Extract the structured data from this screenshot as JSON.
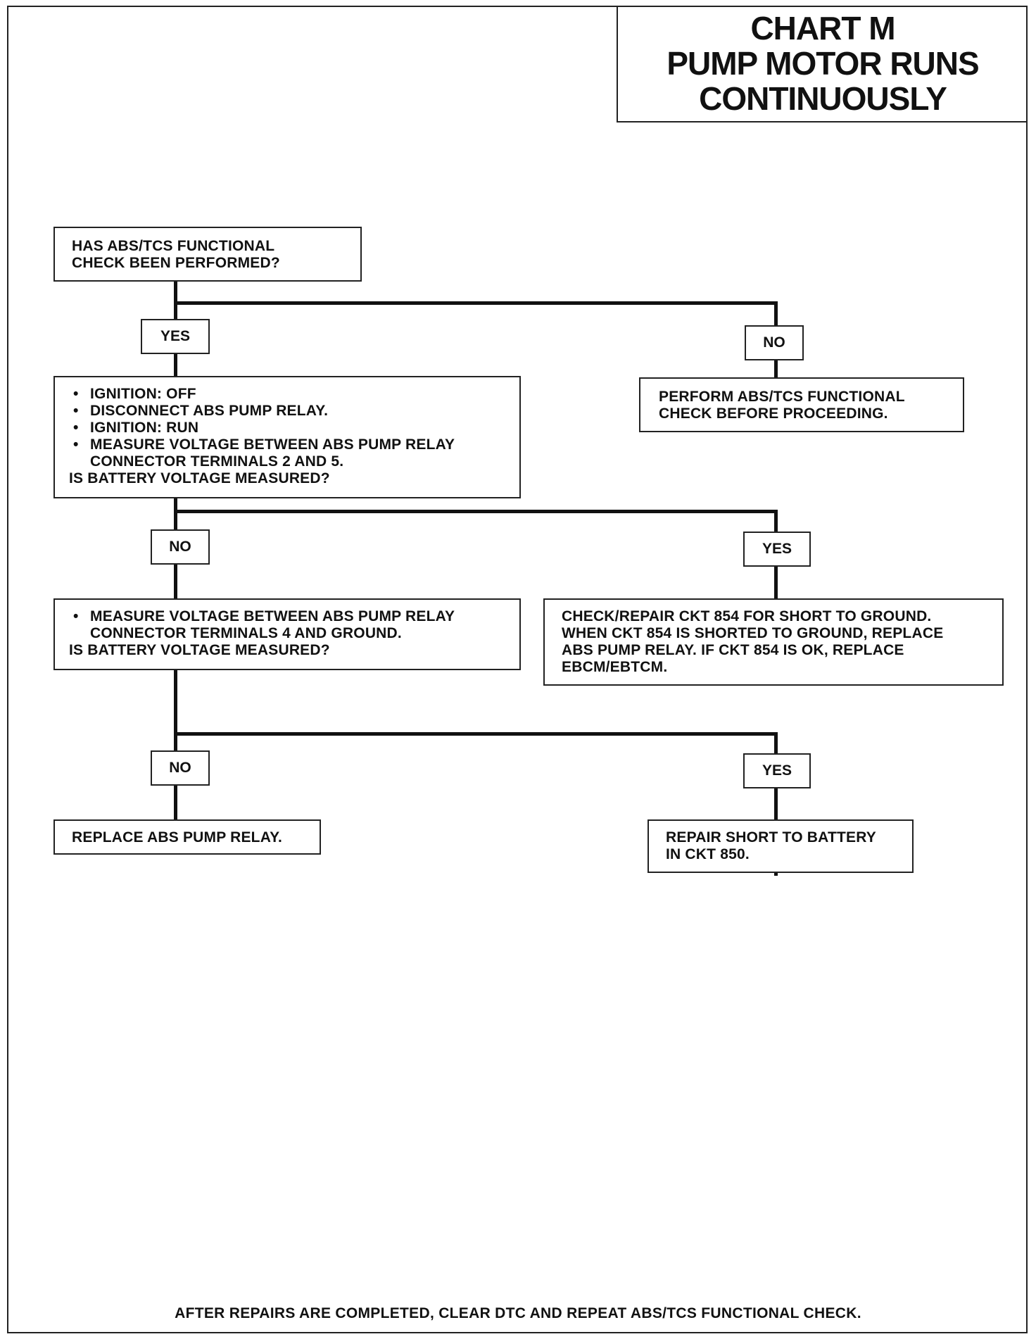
{
  "title": {
    "line1": "CHART M",
    "line2": "PUMP MOTOR RUNS",
    "line3": "CONTINUOUSLY"
  },
  "nodes": {
    "q1": {
      "lines": [
        "HAS ABS/TCS FUNCTIONAL",
        "CHECK BEEN PERFORMED?"
      ]
    },
    "q2": {
      "bullets": [
        "IGNITION: OFF",
        "DISCONNECT ABS PUMP RELAY.",
        "IGNITION: RUN",
        "MEASURE VOLTAGE BETWEEN ABS PUMP RELAY"
      ],
      "continuation": "CONNECTOR TERMINALS 2 AND 5.",
      "question": "IS BATTERY VOLTAGE MEASURED?"
    },
    "perform": {
      "lines": [
        "PERFORM ABS/TCS  FUNCTIONAL",
        "CHECK BEFORE PROCEEDING."
      ]
    },
    "q3": {
      "bullets": [
        "MEASURE VOLTAGE BETWEEN ABS PUMP RELAY"
      ],
      "continuation": "CONNECTOR TERMINALS 4 AND GROUND.",
      "question": "IS BATTERY VOLTAGE MEASURED?"
    },
    "check854": {
      "lines": [
        "CHECK/REPAIR CKT 854 FOR SHORT TO GROUND.",
        "WHEN CKT 854 IS SHORTED TO GROUND, REPLACE",
        "ABS PUMP RELAY.  IF CKT 854 IS OK, REPLACE",
        "EBCM/EBTCM."
      ]
    },
    "replace_relay": {
      "lines": [
        "REPLACE ABS PUMP RELAY."
      ]
    },
    "repair850": {
      "lines": [
        "REPAIR SHORT TO BATTERY",
        "IN CKT 850."
      ]
    }
  },
  "labels": {
    "yes1": "YES",
    "no1": "NO",
    "no2": "NO",
    "yes2": "YES",
    "no3": "NO",
    "yes3": "YES"
  },
  "footer": "AFTER REPAIRS ARE COMPLETED, CLEAR DTC AND REPEAT ABS/TCS FUNCTIONAL CHECK."
}
